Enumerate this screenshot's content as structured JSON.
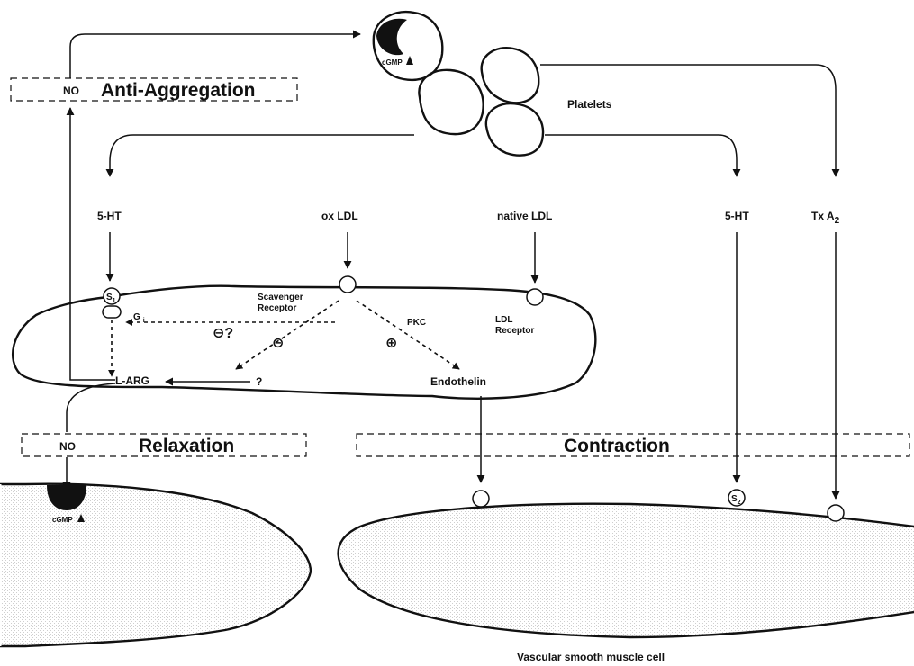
{
  "colors": {
    "ink": "#111111",
    "background": "#ffffff",
    "stipple": "#d9d9d9"
  },
  "labels": {
    "no_top": "NO",
    "anti_aggregation": "Anti-Aggregation",
    "cgmp_platelet": "cGMP",
    "platelets": "Platelets",
    "ht5_left": "5-HT",
    "ox_ldl": "ox LDL",
    "native_ldl": "native LDL",
    "ht5_right": "5-HT",
    "txa2_base": "Tx A",
    "txa2_sub": "2",
    "s1_base": "S",
    "s1_sub": "1",
    "gi_base": "G",
    "gi_sub": "i",
    "scavenger_1": "Scavenger",
    "scavenger_2": "Receptor",
    "pkc": "PKC",
    "ldl_receptor_1": "LDL",
    "ldl_receptor_2": "Receptor",
    "minus_q": "⊖?",
    "minus": "⊖",
    "plus": "⊕",
    "l_arg": "L-ARG",
    "question": "?",
    "endothelin": "Endothelin",
    "no_bottom": "NO",
    "relaxation": "Relaxation",
    "contraction": "Contraction",
    "cgmp_muscle": "cGMP",
    "s2_base": "S",
    "s2_sub": "2",
    "vsmc": "Vascular smooth muscle cell"
  },
  "icons": [
    "up-arrowhead-icon",
    "receptor-circle-icon",
    "g-protein-icon"
  ]
}
